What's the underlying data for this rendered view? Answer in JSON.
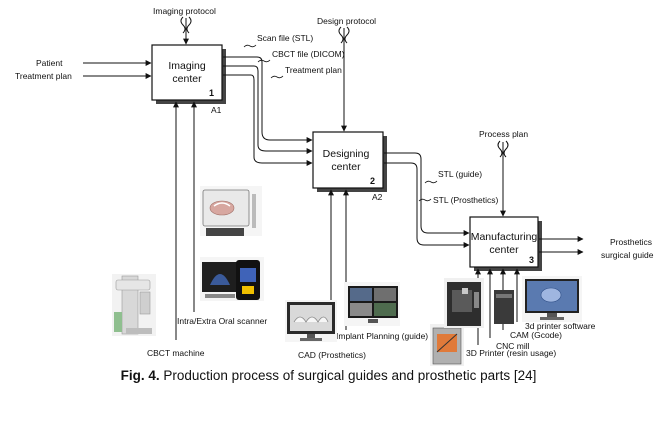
{
  "diagram": {
    "boxes": [
      {
        "id": "A1",
        "title_line1": "Imaging",
        "title_line2": "center",
        "number": "1",
        "code": "A1"
      },
      {
        "id": "A2",
        "title_line1": "Designing",
        "title_line2": "center",
        "number": "2",
        "code": "A2"
      },
      {
        "id": "A3",
        "title_line1": "Manufacturing",
        "title_line2": "center",
        "number": "3",
        "code": ""
      }
    ],
    "inputs": {
      "patient": "Patient",
      "treatment_plan": "Treatment plan"
    },
    "controls": {
      "imaging_protocol": "Imaging protocol",
      "design_protocol": "Design protocol",
      "process_plan": "Process plan"
    },
    "flows_a1_a2": {
      "scan_file": "Scan file (STL)",
      "cbct_file": "CBCT file (DICOM)",
      "treatment_plan": "Treatment plan"
    },
    "flows_a2_a3": {
      "stl_guide": "STL (guide)",
      "stl_prosthetics": "STL (Prosthetics)"
    },
    "outputs": {
      "prosthetics": "Prosthetics",
      "surgical_guide": "surgical guide"
    },
    "mechanisms": {
      "cbct_machine": "CBCT machine",
      "intra_extra_scanner": "Intra/Extra Oral scanner",
      "cad_prosthetics": "CAD (Prosthetics)",
      "implant_planning": "Implant Planning (guide)",
      "printer_3d": "3D Printer (resin usage)",
      "cnc_mill": "CNC mill",
      "cam": "CAM (Gcode)",
      "printer_software": "3d printer software"
    }
  },
  "caption": {
    "label": "Fig. 4.",
    "text": " Production process of surgical guides and prosthetic parts [24]"
  }
}
